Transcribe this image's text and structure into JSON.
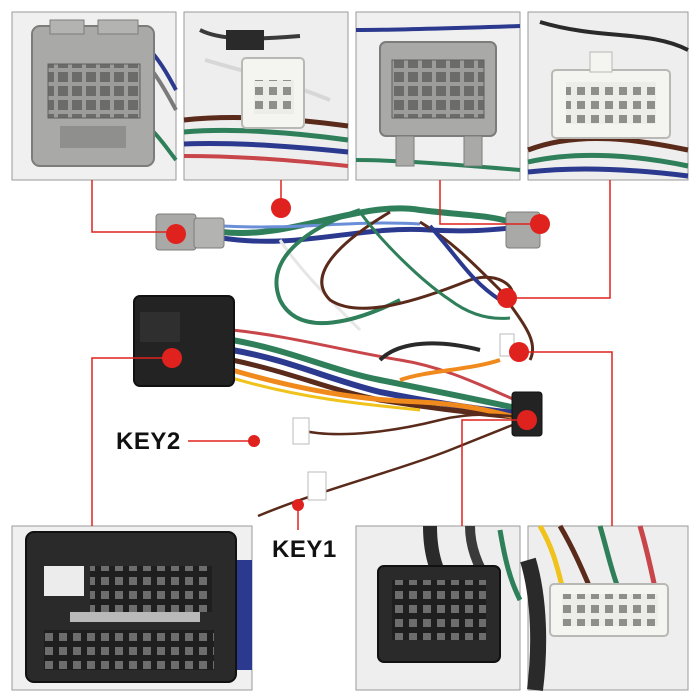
{
  "labels": {
    "key2": "KEY2",
    "key1": "KEY1"
  },
  "colors": {
    "callout": "#e0221e",
    "connector_gray": "#a9aaa7",
    "connector_white": "#f4f4f0",
    "connector_black": "#2a2a2a",
    "wire_green": "#2e7f5a",
    "wire_blue": "#2b3a8f",
    "wire_brown": "#5a2a1a",
    "wire_orange": "#f08a1c"
  },
  "photos": [
    {
      "name": "gray-male-connector-photo",
      "icon": "gray-connector-icon"
    },
    {
      "name": "white-small-connector-photo",
      "icon": "white-connector-icon"
    },
    {
      "name": "gray-double-row-connector-photo",
      "icon": "gray-connector-icon"
    },
    {
      "name": "white-double-row-connector-photo",
      "icon": "white-connector-icon"
    },
    {
      "name": "black-large-connector-photo",
      "icon": "black-connector-icon"
    },
    {
      "name": "black-radio-connector-photo",
      "icon": "black-connector-icon"
    },
    {
      "name": "white-radio-connector-photo",
      "icon": "white-connector-icon"
    }
  ]
}
